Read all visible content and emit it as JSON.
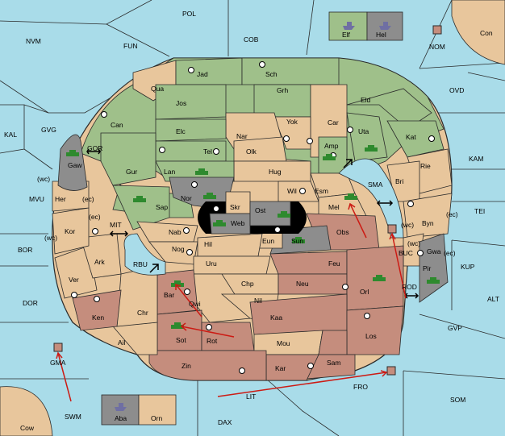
{
  "colors": {
    "sea": "#a9dce9",
    "land": "#e8c69c",
    "green": "#9fc08a",
    "red": "#c58d7d",
    "gray": "#8d8d8d",
    "black": "#000000",
    "arrow": "#cc1b14",
    "border": "#2a2a2a"
  },
  "seas": {
    "POL": "POL",
    "NVM": "NVM",
    "FUN": "FUN",
    "COB": "COB",
    "NOM": "NOM",
    "OVD": "OVD",
    "KAL": "KAL",
    "GVG": "GVG",
    "KAM": "KAM",
    "TEI": "TEI",
    "MVU": "MVU",
    "KUP": "KUP",
    "BOR": "BOR",
    "ALT": "ALT",
    "DOR": "DOR",
    "GVP": "GVP",
    "SOM": "SOM",
    "LIT": "LIT",
    "FRO": "FRO",
    "SWM": "SWM",
    "DAX": "DAX",
    "SMA": "SMA",
    "MIT": "MIT",
    "RBU": "RBU",
    "GOR": "GOR",
    "ROD": "ROD",
    "BUC": "BUC",
    "GMA": "GMA"
  },
  "provinces": {
    "Jad": "Jad",
    "Sch": "Sch",
    "Qua": "Qua",
    "Jos": "Jos",
    "Grh": "Grh",
    "Eld": "Eld",
    "Can": "Can",
    "Elc": "Elc",
    "Yok": "Yok",
    "Car": "Car",
    "Uta": "Uta",
    "Kat": "Kat",
    "Nar": "Nar",
    "Tel": "Tel",
    "Olk": "Olk",
    "Amp": "Amp",
    "Gur": "Gur",
    "Lan": "Lan",
    "Hug": "Hug",
    "Rie": "Rie",
    "Bri": "Bri",
    "Gaw": "Gaw",
    "Esm": "Esm",
    "Wil": "Wil",
    "Nor": "Nor",
    "Skr": "Skr",
    "Her": "Her",
    "Sap": "Sap",
    "Ost": "Ost",
    "Mel": "Mel",
    "Web": "Web",
    "Byn": "Byn",
    "Kor": "Kor",
    "Nab": "Nab",
    "Eun": "Eun",
    "Sun": "Sun",
    "Obs": "Obs",
    "Hil": "Hil",
    "Gwa": "Gwa",
    "Nog": "Nog",
    "Ark": "Ark",
    "Uru": "Uru",
    "Feu": "Feu",
    "Pir": "Pir",
    "Ver": "Ver",
    "Chp": "Chp",
    "Neu": "Neu",
    "Bar": "Bar",
    "Qwi": "Qwi",
    "Orl": "Orl",
    "Nil": "Nil",
    "Ken": "Ken",
    "Chr": "Chr",
    "Kaa": "Kaa",
    "Sot": "Sot",
    "Rot": "Rot",
    "Ail": "Ail",
    "Los": "Los",
    "Mou": "Mou",
    "Zin": "Zin",
    "Kar": "Kar",
    "Sam": "Sam",
    "Con": "Con",
    "Cow": "Cow",
    "Elf": "Elf",
    "Hel": "Hel",
    "Aba": "Aba",
    "Orn": "Orn"
  },
  "coast_labels": {
    "wc1": "(wc)",
    "ec1": "(ec)",
    "ec2": "(ec)",
    "wc2": "(wc)",
    "wc3": "(wc)",
    "ec3": "(ec)",
    "wc4": "(wc)",
    "ec4": "(ec)"
  }
}
